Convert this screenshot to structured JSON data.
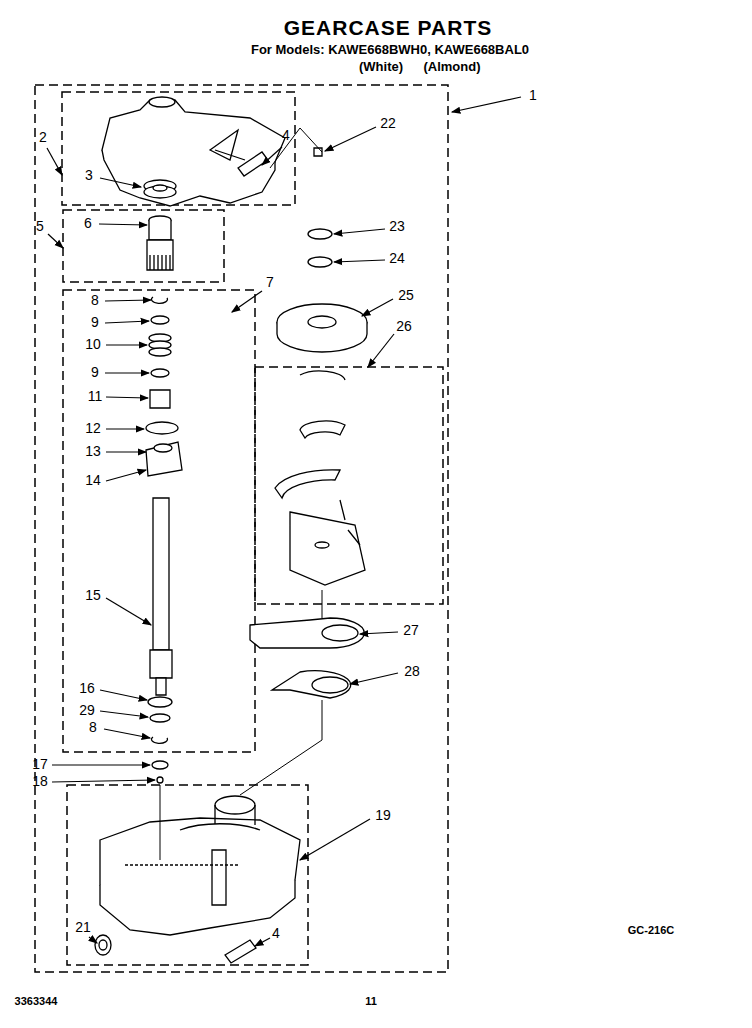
{
  "diagram": {
    "title": "GEARCASE PARTS",
    "labels": [
      "For Models: KAWE668BWH0, KAWE668BAL0",
      "(White)",
      "(Almond)",
      "1",
      "2",
      "22",
      "3",
      "4",
      "5",
      "6",
      "23",
      "24",
      "7",
      "25",
      "26",
      "8",
      "9",
      "10",
      "9",
      "11",
      "12",
      "13",
      "14",
      "15",
      "16",
      "29",
      "8",
      "17",
      "18",
      "27",
      "28",
      "19",
      "21",
      "4",
      "GC-216C",
      "3363344",
      "11"
    ]
  }
}
